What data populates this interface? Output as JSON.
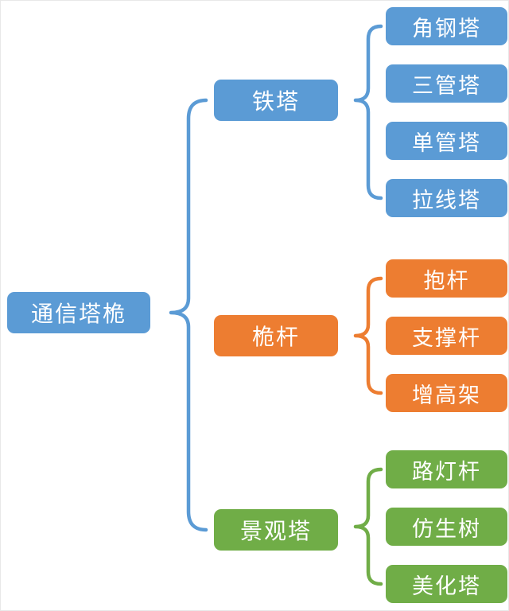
{
  "colors": {
    "blue": "#5B9BD5",
    "orange": "#ED7D31",
    "green": "#70AD47",
    "text": "#FFFFFF",
    "background": "#FFFFFF"
  },
  "diagram": {
    "root": {
      "label": "通信塔桅",
      "color": "blue"
    },
    "branches": [
      {
        "label": "铁塔",
        "color": "blue",
        "children": [
          "角钢塔",
          "三管塔",
          "单管塔",
          "拉线塔"
        ]
      },
      {
        "label": "桅杆",
        "color": "orange",
        "children": [
          "抱杆",
          "支撑杆",
          "增高架"
        ]
      },
      {
        "label": "景观塔",
        "color": "green",
        "children": [
          "路灯杆",
          "仿生树",
          "美化塔"
        ]
      }
    ]
  }
}
